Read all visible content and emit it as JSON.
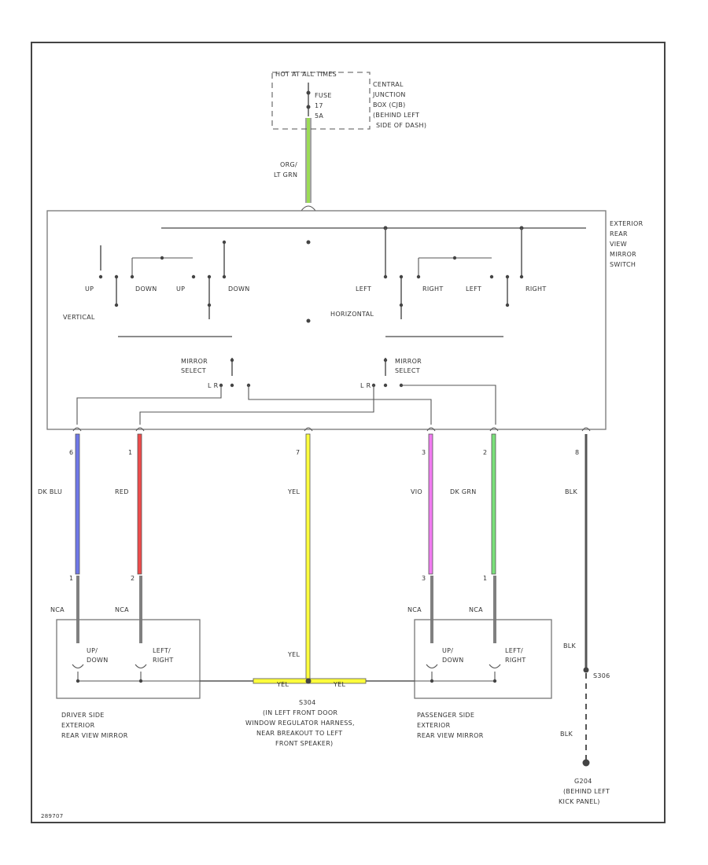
{
  "colors": {
    "orange_lt_grn": "#9bdc55",
    "dk_blu": "#6f78e8",
    "red": "#ee4b4b",
    "yel": "#ffff3c",
    "vio": "#f07cf0",
    "dk_grn": "#7ae07a",
    "blk": "#555555"
  },
  "power": {
    "hot_label": "HOT AT ALL TIMES",
    "fuse_lines": [
      "FUSE",
      "17",
      "5A"
    ],
    "junction_lines": [
      "CENTRAL",
      "JUNCTION",
      "BOX (CJB)",
      "(BEHIND LEFT",
      "SIDE OF DASH)"
    ]
  },
  "feed_wire": {
    "lines": [
      "ORG/",
      "LT GRN"
    ]
  },
  "switch": {
    "name_lines": [
      "EXTERIOR",
      "REAR",
      "VIEW",
      "MIRROR",
      "SWITCH"
    ],
    "labels": {
      "up1": "UP",
      "down1": "DOWN",
      "up2": "UP",
      "down2": "DOWN",
      "vertical": "VERTICAL",
      "left1": "LEFT",
      "right1": "RIGHT",
      "left2": "LEFT",
      "right2": "RIGHT",
      "horizontal": "HORIZONTAL"
    },
    "mirror_select_left": [
      "MIRROR",
      "SELECT"
    ],
    "mirror_select_right": [
      "MIRROR",
      "SELECT"
    ],
    "lr_left": "L R",
    "lr_right": "L R"
  },
  "wires": [
    {
      "pin": "6",
      "color": "DK BLU"
    },
    {
      "pin": "1",
      "color": "RED"
    },
    {
      "pin": "7",
      "color": "YEL"
    },
    {
      "pin": "3",
      "color": "VIO"
    },
    {
      "pin": "2",
      "color": "DK GRN"
    },
    {
      "pin": "8",
      "color": "BLK"
    }
  ],
  "mirror_pins": {
    "p1": "1",
    "p2": "2",
    "p3": "3"
  },
  "nca": "NCA",
  "driver_mirror": {
    "updown_lines": [
      "UP/",
      "DOWN"
    ],
    "leftright_lines": [
      "LEFT/",
      "RIGHT"
    ],
    "caption_lines": [
      "DRIVER SIDE",
      "EXTERIOR",
      "REAR VIEW MIRROR"
    ]
  },
  "passenger_mirror": {
    "updown_lines": [
      "UP/",
      "DOWN"
    ],
    "leftright_lines": [
      "LEFT/",
      "RIGHT"
    ],
    "caption_lines": [
      "PASSENGER SIDE",
      "EXTERIOR",
      "REAR VIEW MIRROR"
    ]
  },
  "yel_mid": "YEL",
  "bottom_yel_left": "YEL",
  "bottom_yel_right": "YEL",
  "splice": {
    "caption_lines": [
      "S304",
      "(IN LEFT FRONT DOOR",
      "WINDOW REGULATOR HARNESS,",
      "NEAR BREAKOUT TO LEFT",
      "FRONT SPEAKER)"
    ]
  },
  "blk_lower": "BLK",
  "blk_lower2": "BLK",
  "s306": "S306",
  "ground": {
    "lines": [
      "G204",
      "(BEHIND LEFT",
      "KICK PANEL)"
    ]
  },
  "figure_id": "289707"
}
